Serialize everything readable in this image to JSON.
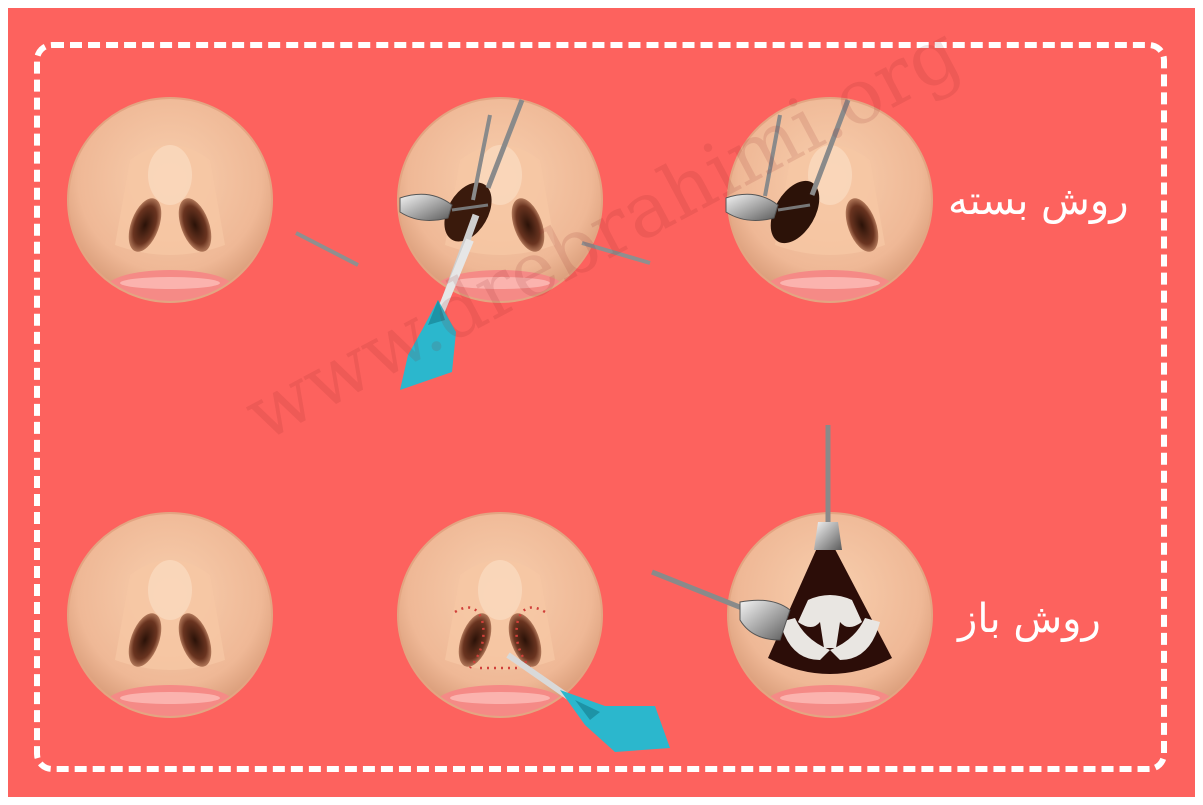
{
  "labels": {
    "closed": "روش بسته",
    "open": "روش باز"
  },
  "watermark": "www.drebrahimi.org",
  "colors": {
    "background": "#fd625e",
    "skin": "#efb896",
    "skin_shadow": "#c98e6c",
    "lip": "#f58a86",
    "glove": "#2bb7cd",
    "instrument": "#b9b9b9"
  }
}
